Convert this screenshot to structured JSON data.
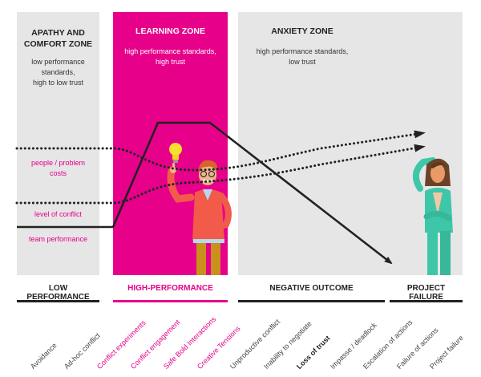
{
  "zones": [
    {
      "title": "APATHY AND COMFORT ZONE",
      "title_lines": [
        "APATHY AND",
        "COMFORT ZONE"
      ],
      "description_lines": [
        "low performance",
        "standards,",
        "high to low trust"
      ]
    },
    {
      "title": "LEARNING ZONE",
      "title_lines": [
        "LEARNING ZONE"
      ],
      "description_lines": [
        "high performance standards,",
        "high trust"
      ]
    },
    {
      "title": "ANXIETY ZONE",
      "title_lines": [
        "ANXIETY ZONE"
      ],
      "description_lines": [
        "high performance standards,",
        "low trust"
      ]
    }
  ],
  "series": {
    "people_costs": [
      "people / problem",
      "costs"
    ],
    "conflict": "level of conflict",
    "performance": "team performance"
  },
  "sections": [
    {
      "label": "LOW PERFORMANCE",
      "highlight": false
    },
    {
      "label": "HIGH-PERFORMANCE",
      "highlight": true
    },
    {
      "label": "NEGATIVE OUTCOME",
      "highlight": false
    },
    {
      "label": "PROJECT FAILURE",
      "highlight": false
    }
  ],
  "stages": [
    {
      "label": "Avoidance",
      "style": "normal"
    },
    {
      "label": "Ad-hoc conflict",
      "style": "normal"
    },
    {
      "label": "Conflict experiments",
      "style": "highlight"
    },
    {
      "label": "Conflict engagement",
      "style": "highlight"
    },
    {
      "label": "Safe Bold Interactions",
      "style": "highlight"
    },
    {
      "label": "Creative Tensions",
      "style": "highlight"
    },
    {
      "label": "Unproductive conflict",
      "style": "normal"
    },
    {
      "label": "Inability to negotiate",
      "style": "normal"
    },
    {
      "label": "Loss of trust",
      "style": "bold"
    },
    {
      "label": "Impasse / deadlock",
      "style": "normal"
    },
    {
      "label": "Escalation of actions",
      "style": "normal"
    },
    {
      "label": "Failure of actions",
      "style": "normal"
    },
    {
      "label": "Project failure",
      "style": "normal"
    }
  ],
  "illustrations": {
    "learner": "man-with-lightbulb-illustration",
    "worried": "worried-woman-illustration"
  },
  "colors": {
    "accent": "#e6008a",
    "panel_grey": "#e6e6e6",
    "line": "#222222"
  }
}
